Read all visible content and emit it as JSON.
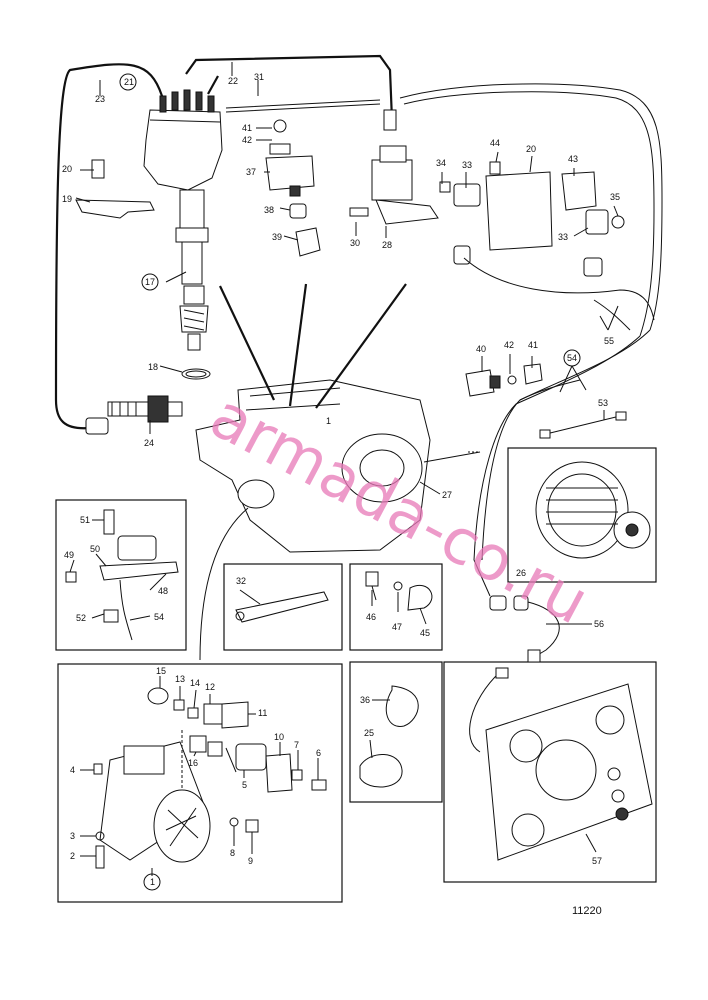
{
  "figure_id": "11220",
  "watermark": "armada-co.ru",
  "callouts": {
    "c21": "21",
    "c23": "23",
    "c22": "22",
    "c31": "31",
    "c20a": "20",
    "c19": "19",
    "c17": "17",
    "c18": "18",
    "c24": "24",
    "c41a": "41",
    "c42a": "42",
    "c37": "37",
    "c38": "38",
    "c39": "39",
    "c30": "30",
    "c28": "28",
    "c44": "44",
    "c34": "34",
    "c33a": "33",
    "c20b": "20",
    "c43": "43",
    "c35": "35",
    "c33b": "33",
    "c55": "55",
    "c40": "40",
    "c42b": "42",
    "c41b": "41",
    "c54a": "54",
    "c53": "53",
    "c1a": "1",
    "c27": "27",
    "c26": "26",
    "c51": "51",
    "c50": "50",
    "c49": "49",
    "c48": "48",
    "c52": "52",
    "c54b": "54",
    "c32": "32",
    "c46": "46",
    "c47": "47",
    "c45": "45",
    "c56": "56",
    "c15": "15",
    "c13": "13",
    "c14": "14",
    "c12": "12",
    "c11": "11",
    "c16": "16",
    "c10": "10",
    "c7": "7",
    "c6": "6",
    "c5": "5",
    "c4": "4",
    "c3": "3",
    "c2": "2",
    "c1b": "1",
    "c8": "8",
    "c9": "9",
    "c36": "36",
    "c25": "25",
    "c57": "57"
  }
}
